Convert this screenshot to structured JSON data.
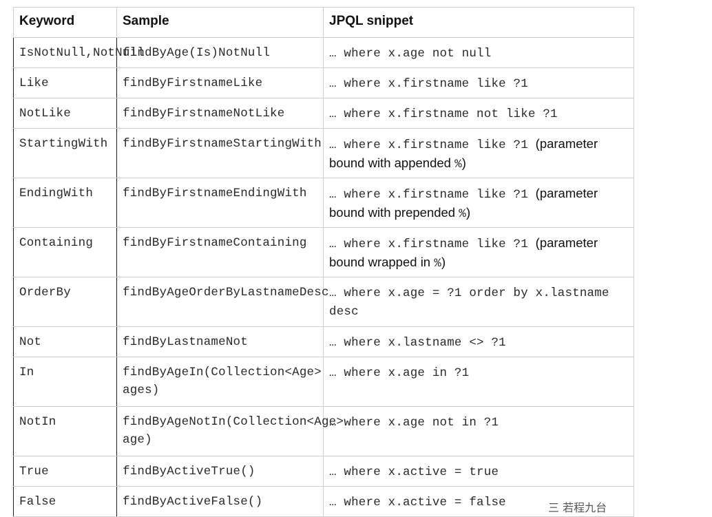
{
  "table": {
    "headers": [
      "Keyword",
      "Sample",
      "JPQL snippet"
    ],
    "rows": [
      {
        "keyword": "IsNotNull,NotNull",
        "sample": [
          "findByAge(Is)NotNull"
        ],
        "jpql": [
          [
            {
              "t": "mono",
              "v": "… where x.age not null"
            }
          ]
        ]
      },
      {
        "keyword": "Like",
        "sample": [
          "findByFirstnameLike"
        ],
        "jpql": [
          [
            {
              "t": "mono",
              "v": "… where x.firstname like ?1"
            }
          ]
        ]
      },
      {
        "keyword": "NotLike",
        "sample": [
          "findByFirstnameNotLike"
        ],
        "jpql": [
          [
            {
              "t": "mono",
              "v": "… where x.firstname not like ?1"
            }
          ]
        ]
      },
      {
        "keyword": "StartingWith",
        "sample": [
          "findByFirstnameStartingWith"
        ],
        "jpql": [
          [
            {
              "t": "mono",
              "v": "… where x.firstname like ?1 "
            },
            {
              "t": "sans",
              "v": "(parameter"
            }
          ],
          [
            {
              "t": "sans",
              "v": "bound with appended "
            },
            {
              "t": "mono",
              "v": "%"
            },
            {
              "t": "sans",
              "v": ")"
            }
          ]
        ]
      },
      {
        "keyword": "EndingWith",
        "sample": [
          "findByFirstnameEndingWith"
        ],
        "jpql": [
          [
            {
              "t": "mono",
              "v": "… where x.firstname like ?1 "
            },
            {
              "t": "sans",
              "v": "(parameter"
            }
          ],
          [
            {
              "t": "sans",
              "v": "bound with prepended "
            },
            {
              "t": "mono",
              "v": "%"
            },
            {
              "t": "sans",
              "v": ")"
            }
          ]
        ]
      },
      {
        "keyword": "Containing",
        "sample": [
          "findByFirstnameContaining"
        ],
        "jpql": [
          [
            {
              "t": "mono",
              "v": "… where x.firstname like ?1 "
            },
            {
              "t": "sans",
              "v": "(parameter"
            }
          ],
          [
            {
              "t": "sans",
              "v": "bound wrapped in "
            },
            {
              "t": "mono",
              "v": "%"
            },
            {
              "t": "sans",
              "v": ")"
            }
          ]
        ]
      },
      {
        "keyword": "OrderBy",
        "sample": [
          "findByAgeOrderByLastnameDesc"
        ],
        "jpql": [
          [
            {
              "t": "mono",
              "v": "… where x.age = ?1 order by x.lastname"
            }
          ],
          [
            {
              "t": "mono",
              "v": "desc"
            }
          ]
        ]
      },
      {
        "keyword": "Not",
        "sample": [
          "findByLastnameNot"
        ],
        "jpql": [
          [
            {
              "t": "mono",
              "v": "… where x.lastname <> ?1"
            }
          ]
        ]
      },
      {
        "keyword": "In",
        "sample": [
          "findByAgeIn(Collection<Age>",
          "ages)"
        ],
        "jpql": [
          [
            {
              "t": "mono",
              "v": "… where x.age in ?1"
            }
          ]
        ]
      },
      {
        "keyword": "NotIn",
        "sample": [
          "findByAgeNotIn(Collection<Age>",
          "age)"
        ],
        "jpql": [
          [
            {
              "t": "mono",
              "v": "… where x.age not in ?1"
            }
          ]
        ]
      },
      {
        "keyword": "True",
        "sample": [
          "findByActiveTrue()"
        ],
        "jpql": [
          [
            {
              "t": "mono",
              "v": "… where x.active = true"
            }
          ]
        ]
      },
      {
        "keyword": "False",
        "sample": [
          "findByActiveFalse()"
        ],
        "jpql": [
          [
            {
              "t": "mono",
              "v": "… where x.active = false"
            }
          ]
        ]
      }
    ]
  },
  "watermark": "三 若程九台"
}
